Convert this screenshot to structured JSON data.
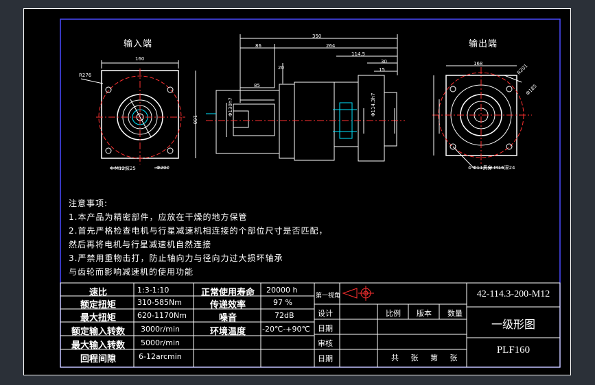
{
  "views": {
    "input_end": "输入端",
    "output_end": "输出端"
  },
  "notes": {
    "title": "注意事项:",
    "lines": [
      "1.本产品为精密部件，应放在干燥的地方保管",
      "2.首先严格检查电机与行星减速机相连接的个部位尺寸是否匹配，",
      "然后再将电机与行星减速机自然连接",
      "3.严禁用重物击打，防止轴向力与径向力过大损坏轴承",
      "与齿轮而影响减速机的使用功能"
    ]
  },
  "specs": [
    {
      "label": "速比",
      "value": "1:3-1:10"
    },
    {
      "label": "额定扭矩",
      "value": "310-585Nm"
    },
    {
      "label": "最大扭矩",
      "value": "620-1170Nm"
    },
    {
      "label": "额定输入转数",
      "value": "3000r/min"
    },
    {
      "label": "最大输入转数",
      "value": "5000r/min"
    },
    {
      "label": "回程间隙",
      "value": "6-12arcmin"
    },
    {
      "label": "正常使用寿命",
      "value": "20000 h"
    },
    {
      "label": "传递效率",
      "value": "97 %"
    },
    {
      "label": "噪音",
      "value": "72dB"
    },
    {
      "label": "环境温度",
      "value": "-20℃-+90℃"
    }
  ],
  "title_block": {
    "projection_label": "第一视角",
    "design": "设计",
    "date": "日期",
    "review": "审核",
    "scale": "比例",
    "version": "版本",
    "quantity": "数量",
    "sheet": "共 张 第 张",
    "drawing_number": "42-114.3-200-M12",
    "drawing_title": "一级形图",
    "model": "PLF160"
  },
  "dimensions": [
    {
      "text": "160",
      "name": "dim-input-width"
    },
    {
      "text": "R276",
      "name": "dim-input-r276"
    },
    {
      "text": "160",
      "name": "dim-input-height"
    },
    {
      "text": "4-M12深25",
      "name": "dim-input-holes"
    },
    {
      "text": "Φ200",
      "name": "dim-input-pcd"
    },
    {
      "text": "350",
      "name": "dim-overall-length"
    },
    {
      "text": "86",
      "name": "dim-86"
    },
    {
      "text": "264",
      "name": "dim-264"
    },
    {
      "text": "114.5",
      "name": "dim-114-5"
    },
    {
      "text": "30",
      "name": "dim-30"
    },
    {
      "text": "15",
      "name": "dim-15"
    },
    {
      "text": "85",
      "name": "dim-85"
    },
    {
      "text": "20",
      "name": "dim-20"
    },
    {
      "text": "Φ130h7",
      "name": "dim-phi130"
    },
    {
      "text": "Φ114.3h7",
      "name": "dim-phi114"
    },
    {
      "text": "168",
      "name": "dim-output-width"
    },
    {
      "text": "R201",
      "name": "dim-output-r201"
    },
    {
      "text": "4-Φ11贯穿 M16深24",
      "name": "dim-output-holes"
    },
    {
      "text": "Φ185",
      "name": "dim-output-pcd"
    }
  ]
}
